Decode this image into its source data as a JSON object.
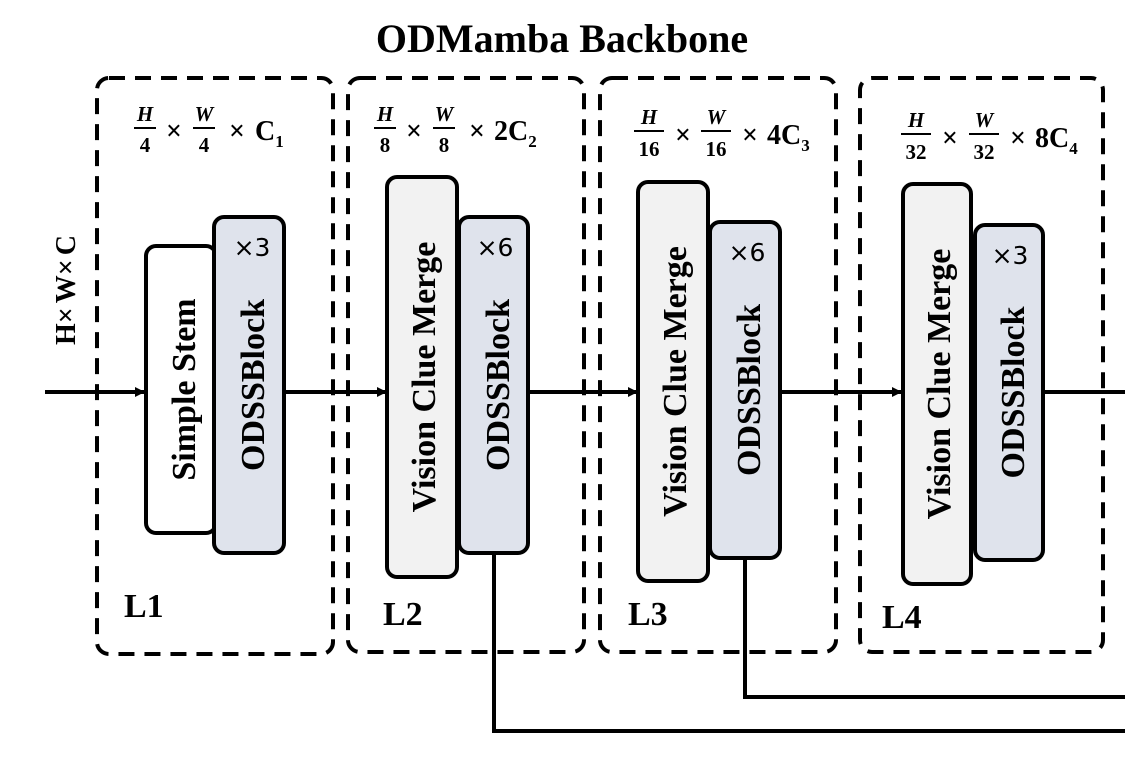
{
  "title": "ODMamba Backbone",
  "input": {
    "label_h": "H",
    "times": "×",
    "label_w": "W",
    "label_c": "C"
  },
  "stages": [
    {
      "level": "L1",
      "dim": {
        "num1": "H",
        "den1": "4",
        "num2": "W",
        "den2": "4",
        "times": "×",
        "channel": "C",
        "sub": "1"
      },
      "first_block": "Simple Stem",
      "second_block": "ODSSBlock",
      "repeat": "×3"
    },
    {
      "level": "L2",
      "dim": {
        "num1": "H",
        "den1": "8",
        "num2": "W",
        "den2": "8",
        "times": "×",
        "channel": "2C",
        "sub": "2"
      },
      "first_block": "Vision Clue Merge",
      "second_block": "ODSSBlock",
      "repeat": "×6"
    },
    {
      "level": "L3",
      "dim": {
        "num1": "H",
        "den1": "16",
        "num2": "W",
        "den2": "16",
        "times": "×",
        "channel": "4C",
        "sub": "3"
      },
      "first_block": "Vision Clue Merge",
      "second_block": "ODSSBlock",
      "repeat": "×6"
    },
    {
      "level": "L4",
      "dim": {
        "num1": "H",
        "den1": "32",
        "num2": "W",
        "den2": "32",
        "times": "×",
        "channel": "8C",
        "sub": "4"
      },
      "first_block": "Vision Clue Merge",
      "second_block": "ODSSBlock",
      "repeat": "×3"
    }
  ],
  "colors": {
    "block_light": "#f2f2f2",
    "block_blue": "#dfe3ec",
    "stroke": "#000000"
  }
}
